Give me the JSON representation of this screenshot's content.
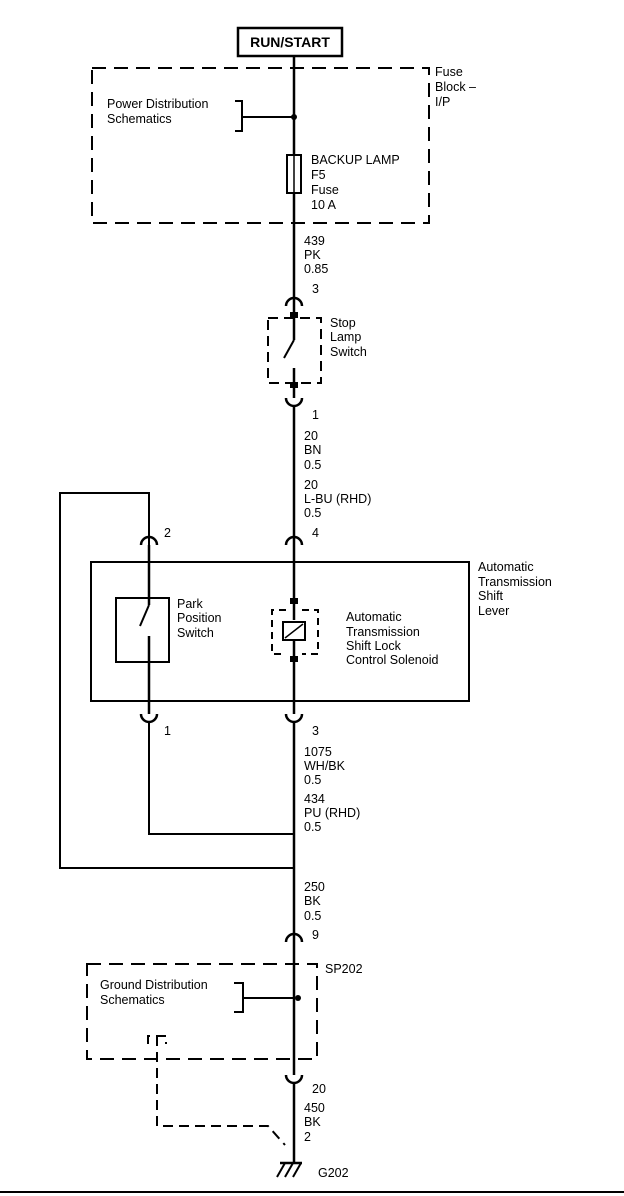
{
  "power_source": "RUN/START",
  "fuse_block": {
    "label": [
      "Fuse",
      "Block –",
      "I/P"
    ]
  },
  "power_distribution": [
    "Power Distribution",
    "Schematics"
  ],
  "fuse": [
    "BACKUP LAMP",
    "F5",
    "Fuse",
    "10 A"
  ],
  "wire_439": [
    "439",
    "PK",
    "0.85"
  ],
  "stop_lamp_switch": {
    "pin_top": "3",
    "pin_bottom": "1",
    "label": [
      "Stop",
      "Lamp",
      "Switch"
    ]
  },
  "wire_20": [
    "20",
    "BN",
    "0.5",
    "20",
    "L-BU (RHD)",
    "0.5"
  ],
  "shift_lever": {
    "label": [
      "Automatic",
      "Transmission",
      "Shift",
      "Lever"
    ],
    "pin_2": "2",
    "pin_4": "4",
    "pin_1": "1",
    "pin_3": "3"
  },
  "park_switch": [
    "Park",
    "Position",
    "Switch"
  ],
  "solenoid": [
    "Automatic",
    "Transmission",
    "Shift Lock",
    "Control Solenoid"
  ],
  "wire_1075": [
    "1075",
    "WH/BK",
    "0.5",
    "434",
    "PU (RHD)",
    "0.5"
  ],
  "wire_250": [
    "250",
    "BK",
    "0.5"
  ],
  "pin_9": "9",
  "splice": "SP202",
  "ground_distribution": [
    "Ground Distribution",
    "Schematics"
  ],
  "pin_20": "20",
  "wire_450": [
    "450",
    "BK",
    "2"
  ],
  "ground": "G202"
}
